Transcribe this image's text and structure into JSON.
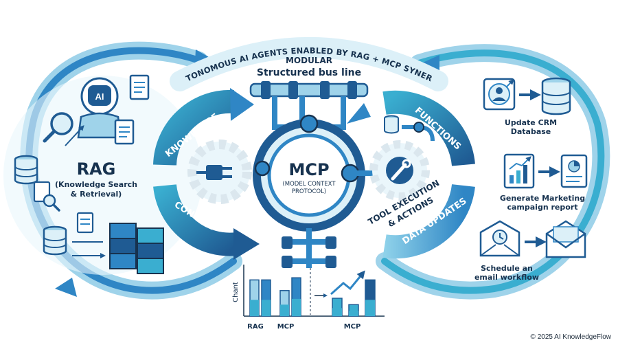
{
  "colors": {
    "dark_blue": "#1f5b93",
    "mid_blue": "#2f86c5",
    "teal": "#3aaed0",
    "light_blue": "#9fd3ea",
    "pale_blue": "#dcf0f8",
    "navy": "#17324f"
  },
  "title": {
    "arc_text": "AUTONOMOUS AI AGENTS ENABLED BY RAG + MCP SYNERGY",
    "modular": "MODULAR",
    "bus_line": "Structured bus line"
  },
  "left": {
    "rag": "RAG",
    "rag_sub1": "(Knowledge Search",
    "rag_sub2": "& Retrieval)",
    "ai_badge": "AI",
    "knowledge": "KNOWLEDGE",
    "context": "CONTEXT"
  },
  "center": {
    "mcp": "MCP",
    "mcp_sub1": "(MODEL CONTEXT",
    "mcp_sub2": "PROTOCOL)"
  },
  "right": {
    "functions": "FUNCTIONS",
    "tool_exec": "TOOL EXECUTION",
    "actions": "& ACTIONS",
    "data_updates": "DATA UPDATES",
    "workflows": [
      {
        "line1": "Update CRM",
        "line2": "Database",
        "icons": [
          "user-profile-icon",
          "database-icon"
        ]
      },
      {
        "line1": "Generate Marketing",
        "line2": "campaign report",
        "icons": [
          "growth-chart-icon",
          "report-document-icon"
        ]
      },
      {
        "line1": "Schedule an",
        "line2": "email workflow",
        "icons": [
          "clock-envelope-icon",
          "envelope-icon"
        ]
      }
    ]
  },
  "chart_data": {
    "type": "bar",
    "ylabel": "Chant",
    "groups": [
      {
        "label": "RAG",
        "values": [
          0.85,
          0.85
        ]
      },
      {
        "label": "MCP",
        "values": [
          0.6,
          0.9
        ]
      }
    ],
    "after": {
      "label": "MCP",
      "values": [
        0.42,
        0.27,
        0.85
      ]
    },
    "trend": "rising-arrow"
  },
  "copyright": "© 2025 AI KnowledgeFlow"
}
